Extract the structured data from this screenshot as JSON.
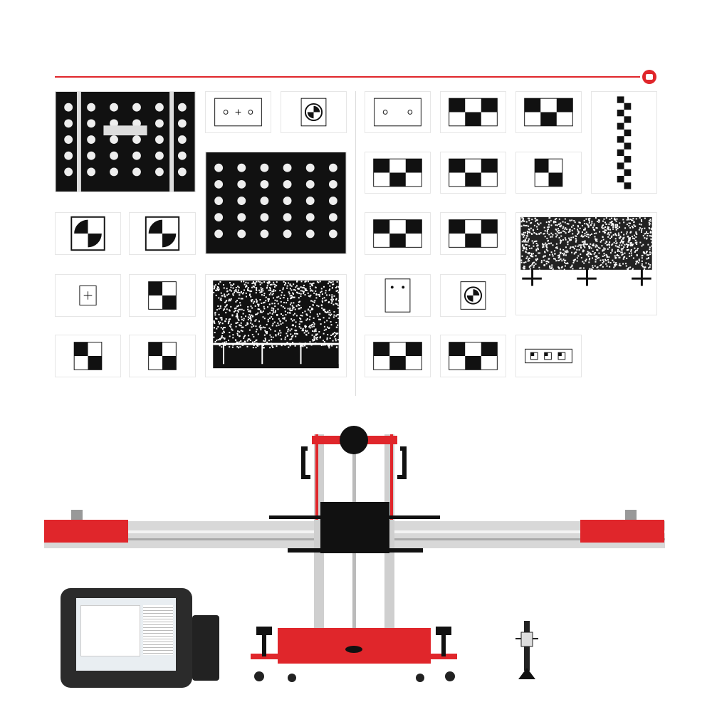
{
  "colors": {
    "accent": "#e0262b",
    "frame": "#c9c9c9",
    "dark": "#111111"
  },
  "header": {
    "icon": "car-badge-icon"
  },
  "targets": [
    {
      "pattern": "dot-board-large"
    },
    {
      "pattern": "dots-cross"
    },
    {
      "pattern": "circle-target"
    },
    {
      "pattern": "dot-board"
    },
    {
      "pattern": "quarter-checker"
    },
    {
      "pattern": "quarter-checker"
    },
    {
      "pattern": "crosshair"
    },
    {
      "pattern": "checker-2x2"
    },
    {
      "pattern": "noise-board"
    },
    {
      "pattern": "checker-2x2"
    },
    {
      "pattern": "checker-2x2"
    },
    {
      "pattern": "dots-rect"
    },
    {
      "pattern": "checker-2x3"
    },
    {
      "pattern": "checker-2x3"
    },
    {
      "pattern": "checker-strip"
    },
    {
      "pattern": "checker-2x3"
    },
    {
      "pattern": "checker-2x3"
    },
    {
      "pattern": "checker-2x2"
    },
    {
      "pattern": "checker-2x3"
    },
    {
      "pattern": "checker-2x3"
    },
    {
      "pattern": "noise-board-crosses"
    },
    {
      "pattern": "portrait-dots"
    },
    {
      "pattern": "circle-target"
    },
    {
      "pattern": "checker-2x3"
    },
    {
      "pattern": "checker-2x3"
    },
    {
      "pattern": "three-squares"
    }
  ],
  "equipment": {
    "frame": "calibration-frame",
    "tablet": "diagnostic-tablet",
    "stand": "laser-stand"
  }
}
